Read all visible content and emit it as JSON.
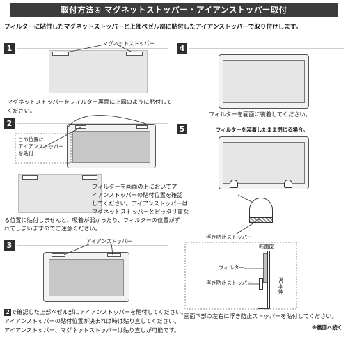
{
  "title": "取付方法① マグネットストッパー・アイアンストッパー取付",
  "subtitle": "フィルターに貼付したマグネットストッパーと上部ベゼル部に貼付したアイアンストッパーで取り付けします。",
  "steps": {
    "s1": {
      "number": "1",
      "label_magnet": "マグネットストッパー",
      "text_1": "マグネットストッパーをフィルター裏面に上図のように貼付して",
      "text_2": "ください。"
    },
    "s2": {
      "number": "2",
      "callout_1": "この位置に",
      "callout_2": "アイアンストッパー",
      "callout_3": "を貼付",
      "text_1": "フィルターを画面の上においてア",
      "text_2": "イアンストッパーの貼付位置を確認",
      "text_3": "してください。アイアンストッパーは",
      "text_4": "マグネットストッパーとピッタリ重な",
      "text_5": "る位置に貼付しませんと、吸着が弱かったり、フィルターの位置がず",
      "text_6": "れてしまいますのでご注意ください。"
    },
    "s3": {
      "number": "3",
      "label_iron": "アイアンストッパー",
      "ref": "2",
      "text_1": "で確認した上部ベゼル部にアイアンストッパーを貼付してください。",
      "text_2": "アイアンストッパーの貼付位置が決まれば時は貼り直してください。",
      "text_3": "アイアンストッパー、マグネットストッパーは貼り直しが可能です。"
    },
    "s4": {
      "number": "4",
      "text_1": "フィルターを画面に装着してください。"
    },
    "s5": {
      "number": "5",
      "heading": "フィルターを装着したまま閉じる場合。",
      "label_float": "浮き防止ストッパー",
      "label_section": "断面図",
      "label_filter": "フィルター",
      "label_float2": "浮き防止ストッパー",
      "label_pc": "PC本体",
      "text_1": "画面下部の左右に浮き防止ストッパーを貼付してください。",
      "note": "※裏面へ続く"
    }
  }
}
